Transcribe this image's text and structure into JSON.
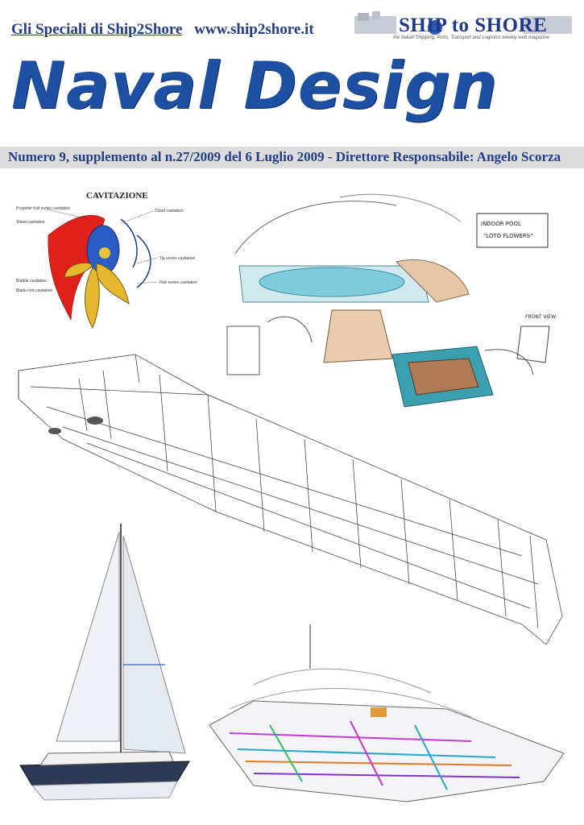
{
  "header": {
    "series_link": "Gli Speciali di Ship2Shore",
    "website": "www.ship2shore.it"
  },
  "logo": {
    "name": "SHIP to SHORE",
    "tagline": "the Italian Shipping, Ports, Transport and Logistics weekly web magazine"
  },
  "title": "Naval Design",
  "issue_line": "Numero 9, supplemento al n.27/2009 del 6 Luglio 2009 - Direttore Responsabile: Angelo Scorza",
  "cavitation": {
    "title": "CAVITAZIONE",
    "labels": [
      "Propeller hull vortex cavitation",
      "Sheet cavitation",
      "Cloud cavitation",
      "Tip vortex cavitation",
      "Hub vortex cavitation",
      "Bubble cavitation",
      "Blade root cavitation"
    ]
  },
  "sketch": {
    "notes": [
      "INDOOR POOL",
      "\"LOTO FLOWERS\"",
      "FRONT VIEW"
    ]
  },
  "colors": {
    "brand_blue": "#1d4fa3",
    "header_blue": "#233d87",
    "band_gray": "#dcdcdc"
  }
}
